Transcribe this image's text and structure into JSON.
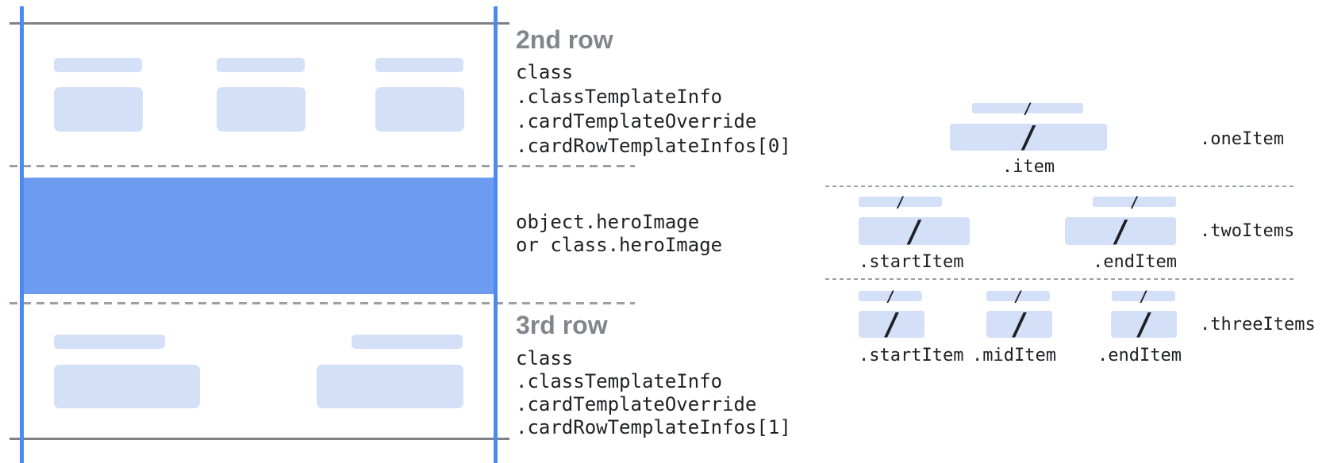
{
  "colors": {
    "block_blue": "#d3e0f8",
    "hero_blue": "#6c9bef",
    "guide_blue": "#4a8af4",
    "solid_line_gray": "#7e8287",
    "dash_gray": "#9aa0a6",
    "heading_gray": "#80868b",
    "code_text": "#202124"
  },
  "diagram": {
    "left_card": {
      "row2": {
        "heading": "2nd row",
        "code_lines": [
          "class",
          ".classTemplateInfo",
          ".cardTemplateOverride",
          ".cardRowTemplateInfos[0]"
        ]
      },
      "hero": {
        "code_lines": [
          "object.heroImage",
          "or class.heroImage"
        ]
      },
      "row3": {
        "heading": "3rd row",
        "code_lines": [
          "class",
          ".classTemplateInfo",
          ".cardTemplateOverride",
          ".cardRowTemplateInfos[1]"
        ]
      }
    },
    "item_layouts": {
      "one_item": {
        "layout_label": ".oneItem",
        "item_labels": [
          ".item"
        ]
      },
      "two_items": {
        "layout_label": ".twoItems",
        "item_labels": [
          ".startItem",
          ".endItem"
        ]
      },
      "three_items": {
        "layout_label": ".threeItems",
        "item_labels": [
          ".startItem",
          ".midItem",
          ".endItem"
        ]
      }
    },
    "glyphs": {
      "slash": "/"
    }
  }
}
